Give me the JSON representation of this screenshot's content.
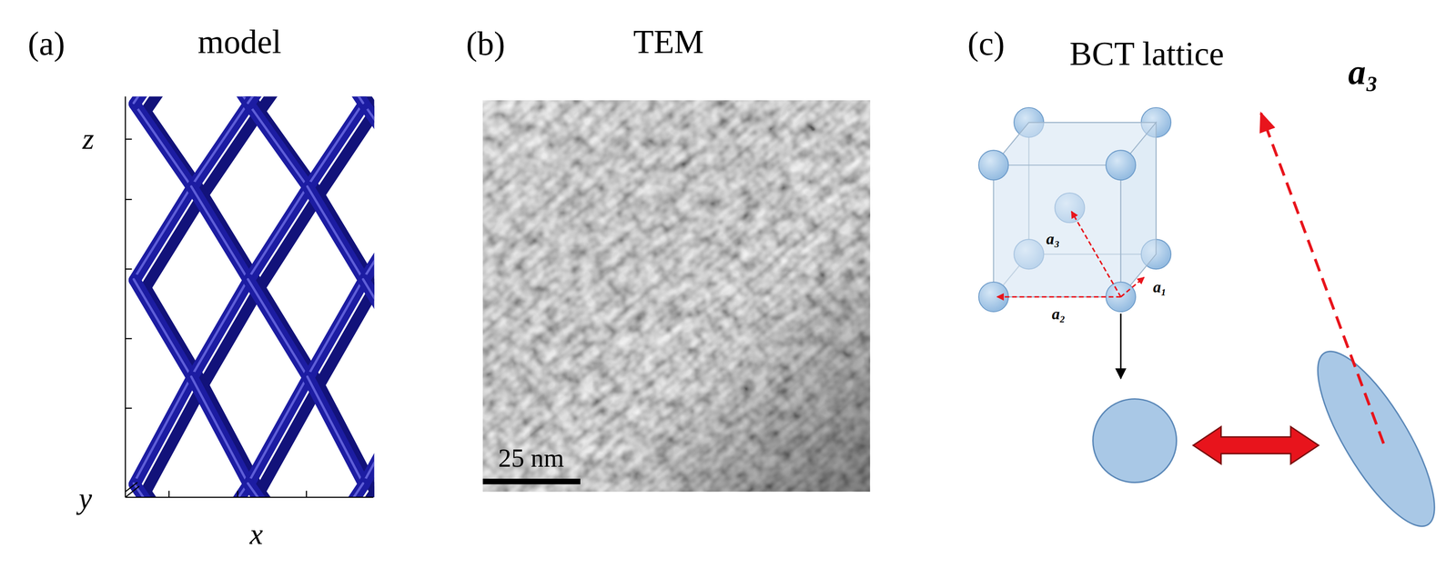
{
  "diagram": {
    "labels": [
      "(a)",
      "model",
      "z",
      "y",
      "x",
      "(b)",
      "TEM",
      "25 nm",
      "(c)",
      "BCT lattice",
      "a₃",
      "a₁",
      "a₂",
      "a₃"
    ]
  }
}
